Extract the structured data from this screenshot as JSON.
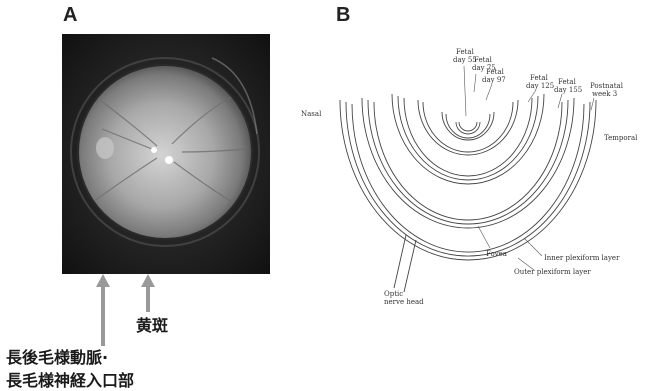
{
  "panel_a": {
    "label": "A",
    "annotations": {
      "macula": "黄斑",
      "vessel_line1": "長後毛様動脈·",
      "vessel_line2": "長毛様神経入口部"
    }
  },
  "panel_b": {
    "label": "B",
    "labels": {
      "nasal": "Nasal",
      "temporal": "Temporal",
      "optic_line1": "Optic",
      "optic_line2": "nerve head",
      "fovea": "Fovea",
      "inner_plexiform": "Inner plexiform layer",
      "outer_plexiform": "Outer plexiform layer",
      "postnatal_line1": "Postnatal",
      "postnatal_line2": "week 3"
    },
    "stages": [
      {
        "line1": "Fetal",
        "line2": "day 55"
      },
      {
        "line1": "Fetal",
        "line2": "day 75"
      },
      {
        "line1": "Fetal",
        "line2": "day 97"
      },
      {
        "line1": "Fetal",
        "line2": "day 125"
      },
      {
        "line1": "Fetal",
        "line2": "day 155"
      }
    ]
  }
}
